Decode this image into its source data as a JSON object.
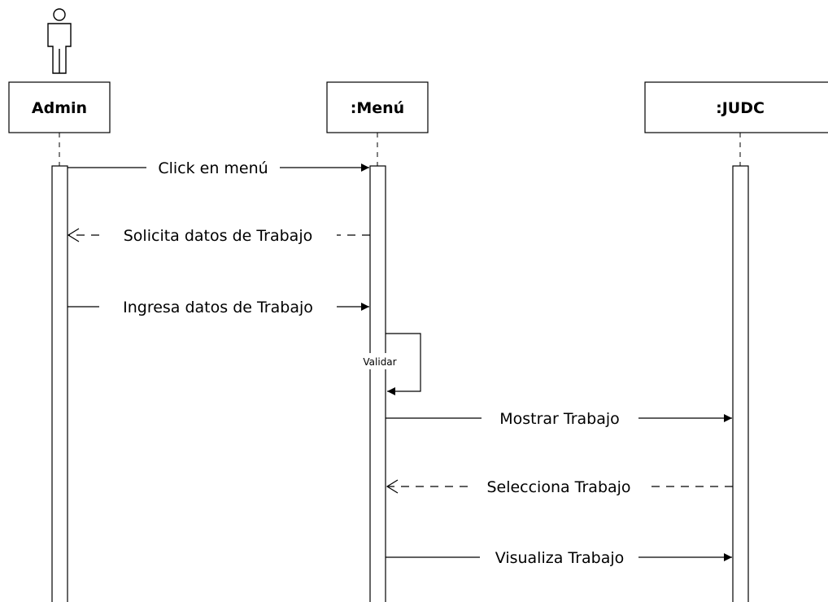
{
  "participants": [
    {
      "name": "Admin"
    },
    {
      "name": ":Menú"
    },
    {
      "name": ":JUDC"
    }
  ],
  "messages": [
    {
      "label": "Click en menú"
    },
    {
      "label": "Solicita datos de Trabajo"
    },
    {
      "label": "Ingresa datos de Trabajo"
    },
    {
      "label": "Validar"
    },
    {
      "label": "Mostrar Trabajo"
    },
    {
      "label": "Selecciona Trabajo"
    },
    {
      "label": "Visualiza Trabajo"
    }
  ]
}
